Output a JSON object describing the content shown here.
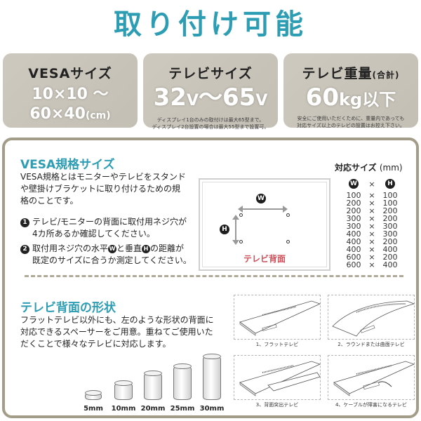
{
  "title": "取り付け可能",
  "cards": [
    {
      "heading": "VESAサイズ",
      "value_line1": "10×10 〜",
      "value_line2": "60×40",
      "value_unit": "(cm)"
    },
    {
      "heading": "テレビサイズ",
      "value_min": "32",
      "value_max": "65",
      "unit": "V",
      "separator": "〜",
      "note_line1": "ディスプレイ1台のみの取付けは最大65型まで。",
      "note_line2": "ディスプレイ2台設置の場合は最大55型まで設置可。"
    },
    {
      "heading": "テレビ重量",
      "heading_suffix": "(合計)",
      "value": "60",
      "unit": "kg以下",
      "note_line1": "安全にご使用いただくために、重量内であっても",
      "note_line2": "対応サイズ以上のテレビの設置はお控え下さい。"
    }
  ],
  "vesa_section": {
    "title": "VESA規格サイズ",
    "description": [
      "VESA規格とはモニターやテレビをスタンド",
      "や壁掛けブラケットに取り付けるための規",
      "格のことです。"
    ],
    "steps": [
      {
        "num": "1",
        "lines": [
          "テレビ/モニターの背面に取付用ネジ穴が",
          "4カ所あるか確認してください。"
        ]
      },
      {
        "num": "2",
        "line1_a": "取付用ネジ穴の水平",
        "badge_w": "W",
        "line1_b": "と垂直",
        "badge_h": "H",
        "line1_c": "の距離が",
        "line2": "既定のサイズに合うか測定してください。"
      }
    ],
    "diagram": {
      "label": "テレビ背面",
      "badge_w": "W",
      "badge_h": "H"
    },
    "size_table": {
      "title": "対応サイズ",
      "unit": "(mm)",
      "head_w": "W",
      "head_x": "×",
      "head_h": "H",
      "rows": [
        {
          "w": "100",
          "h": "100"
        },
        {
          "w": "200",
          "h": "100"
        },
        {
          "w": "200",
          "h": "200"
        },
        {
          "w": "300",
          "h": "200"
        },
        {
          "w": "300",
          "h": "300"
        },
        {
          "w": "400",
          "h": "300"
        },
        {
          "w": "400",
          "h": "200"
        },
        {
          "w": "400",
          "h": "400"
        },
        {
          "w": "600",
          "h": "200"
        },
        {
          "w": "600",
          "h": "400"
        }
      ]
    }
  },
  "shape_section": {
    "title": "テレビ背面の形状",
    "description": [
      "フラットテレビ以外にも、左のような形状の背面に",
      "対応できるスペーサーをご用意。重ねてご使用いた",
      "だくことで様々なテレビに対応します。"
    ],
    "spacers": [
      "5mm",
      "10mm",
      "20mm",
      "25mm",
      "30mm"
    ],
    "tv_types": [
      "1、フラットテレビ",
      "2、ラウンドまたは曲面テレビ",
      "3、背面突出テレビ",
      "4、ケーブルが障害になるテレビ"
    ]
  },
  "colors": {
    "accent": "#2d9db4",
    "card_bg": "#c9c5bb",
    "panel_border": "#a39c88",
    "label_red": "#d0505a"
  }
}
